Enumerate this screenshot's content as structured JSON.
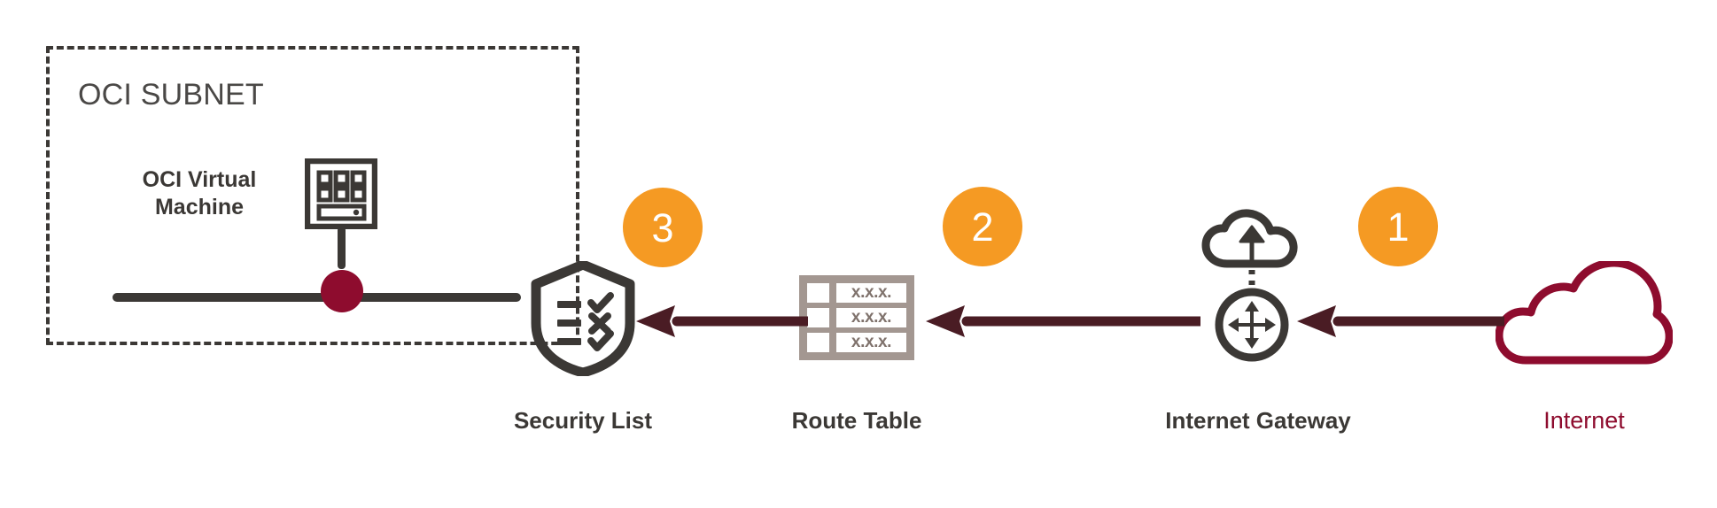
{
  "diagram": {
    "title_visible": false,
    "colors": {
      "dark": "#3b3835",
      "maroon": "#8e0c2e",
      "arrow_maroon": "#4a1c24",
      "orange_badge": "#f59a23",
      "route_table_frame": "#a39791",
      "route_table_text": "#7f726c",
      "subnet_title_gray": "#4a4846",
      "white": "#ffffff"
    },
    "subnet": {
      "title": "OCI SUBNET",
      "border_style": "dashed"
    },
    "nodes": [
      {
        "id": "oci-virtual-machine",
        "label_line1": "OCI Virtual",
        "label_line2": "Machine",
        "icon": "virtual-machine-icon",
        "inside_subnet": true
      },
      {
        "id": "security-list",
        "caption": "Security List",
        "icon": "shield-checklist-icon",
        "inside_subnet": false
      },
      {
        "id": "route-table",
        "caption": "Route Table",
        "icon": "route-table-icon",
        "rows": [
          "x.x.x.",
          "x.x.x.",
          "x.x.x."
        ],
        "inside_subnet": false
      },
      {
        "id": "internet-gateway",
        "caption": "Internet Gateway",
        "icon": "internet-gateway-icon",
        "inside_subnet": false
      },
      {
        "id": "internet",
        "caption": "Internet",
        "icon": "cloud-icon",
        "inside_subnet": false
      }
    ],
    "steps": [
      {
        "number": "1",
        "between": "Internet -> Internet Gateway"
      },
      {
        "number": "2",
        "between": "Internet Gateway -> Route Table"
      },
      {
        "number": "3",
        "between": "Route Table -> Security List"
      }
    ],
    "flow_direction": "right-to-left"
  }
}
